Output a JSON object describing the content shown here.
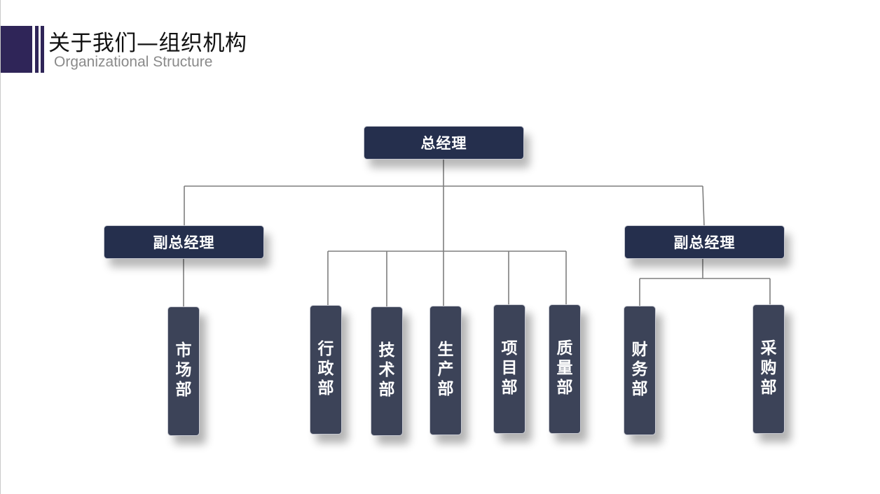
{
  "header": {
    "title": "关于我们—组织机构",
    "subtitle": "Organizational Structure"
  },
  "org": {
    "top": "总经理",
    "vp_left": "副总经理",
    "vp_right": "副总经理",
    "departments": [
      "市场部",
      "行政部",
      "技术部",
      "生产部",
      "项目部",
      "质量部",
      "财务部",
      "采购部"
    ]
  },
  "colors": {
    "accent": "#2f2558",
    "box_dark": "#252f4d",
    "box_dept": "#3c4358",
    "line": "#7f7f7f"
  }
}
